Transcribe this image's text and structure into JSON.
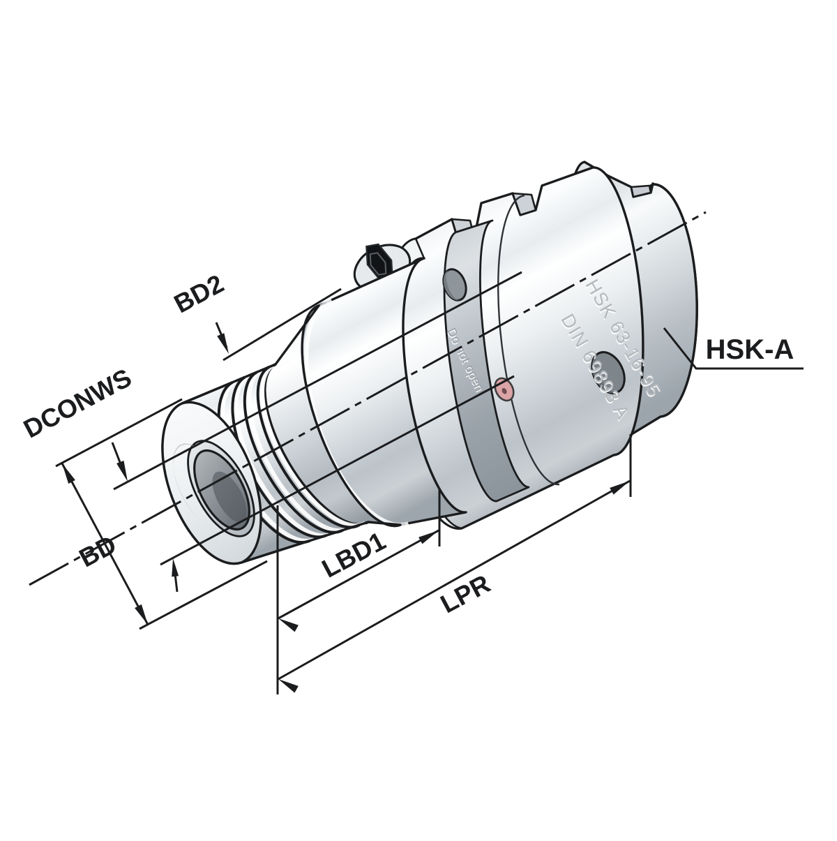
{
  "figure": {
    "type": "technical-drawing",
    "subject": "HSK-A hydraulic expansion tool chuck",
    "labels": {
      "bd2": "BD2",
      "dconws": "DCONWS",
      "bd": "BD",
      "lbd1": "LBD1",
      "lpr": "LPR",
      "hsk_a": "HSK-A"
    },
    "engr": {
      "line1": "HSK 63-16-95",
      "line2": "DIN 69893 A",
      "warning": "Do not open!"
    },
    "colors": {
      "background": "#ffffff",
      "outline": "#1b1c1e",
      "metal_light": "#ffffff",
      "metal_mid": "#d9dde0",
      "metal_dark": "#9aa2a9",
      "engraving": "#b4b9bd",
      "warning_text": "#9aa2a8",
      "red_dot": "#c68588"
    }
  }
}
